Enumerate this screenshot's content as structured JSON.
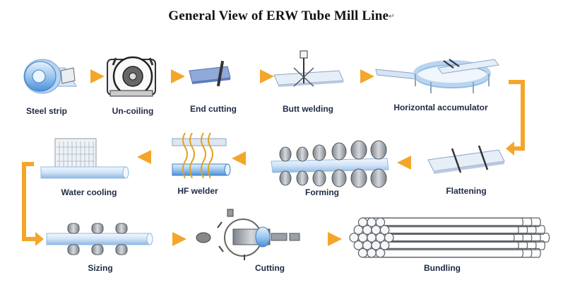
{
  "title": "General View of ERW Tube Mill Line",
  "title_mark": "↵",
  "colors": {
    "arrow": "#f4a62a",
    "steel_blue": "#4a90d8",
    "steel_light": "#cfe3f7",
    "metal_gray": "#9aa0a8",
    "label": "#1f2a44"
  },
  "steps": [
    {
      "id": "steel-strip",
      "label": "Steel strip"
    },
    {
      "id": "un-coiling",
      "label": "Un-coiling"
    },
    {
      "id": "end-cutting",
      "label": "End cutting"
    },
    {
      "id": "butt-welding",
      "label": "Butt welding"
    },
    {
      "id": "horizontal-accumulator",
      "label": "Horizontal accumulator"
    },
    {
      "id": "flattening",
      "label": "Flattening"
    },
    {
      "id": "forming",
      "label": "Forming"
    },
    {
      "id": "hf-welder",
      "label": "HF welder"
    },
    {
      "id": "water-cooling",
      "label": "Water cooling"
    },
    {
      "id": "sizing",
      "label": "Sizing"
    },
    {
      "id": "cutting",
      "label": "Cutting"
    },
    {
      "id": "bundling",
      "label": "Bundling"
    }
  ]
}
